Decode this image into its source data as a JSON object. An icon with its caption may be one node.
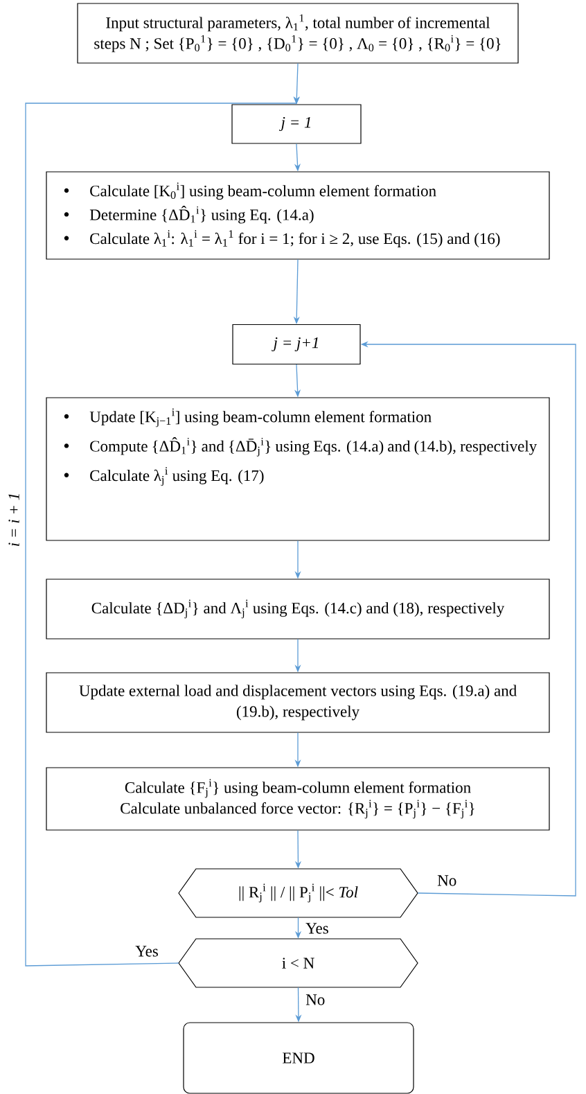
{
  "diagram": {
    "nodes": [
      {
        "text": [
          "Input structural parameters, λ$_{1}$$^{1}$, total number of incremental steps N ; Set {P$_{0}$$^{1}$} = {0} , {D$_{0}$$^{1}$} = {0} , Λ$_{0}$ = {0} , {R$_{0}$$^{i}$} = {0}"
        ]
      },
      {
        "text": [
          "j = 1"
        ]
      },
      {
        "text": [
          "Calculate [K$_{0}$$^{i}$] using beam-column element formation",
          "Determine {ΔD̂$_{1}$$^{i}$} using Eq. (14.a)",
          "Calculate λ$_{1}$$^{i}$: λ$_{1}$$^{i}$ = λ$_{1}$$^{1}$ for i = 1; for i ≥ 2, use Eqs. (15) and (16)"
        ]
      },
      {
        "text": [
          "j = j+1"
        ]
      },
      {
        "text": [
          "Update [K$_{j−1}$$^{i}$] using beam-column element formation",
          "Compute {ΔD̂$_{1}$$^{i}$} and {ΔD̄$_{j}$$^{i}$} using Eqs. (14.a) and (14.b), respectively",
          "Calculate λ$_{j}$$^{i}$ using Eq. (17)"
        ]
      },
      {
        "text": [
          "Calculate {ΔD$_{j}$$^{i}$} and Λ$_{j}$$^{i}$ using Eqs. (14.c) and (18), respectively"
        ]
      },
      {
        "text": [
          "Update external load and displacement vectors using Eqs. (19.a) and (19.b), respectively"
        ]
      },
      {
        "text": [
          "Calculate {F$_{j}$$^{i}$} using beam-column element formation",
          "Calculate unbalanced force vector: {R$_{j}$$^{i}$} = {P$_{j}$$^{i}$} − {F$_{j}$$^{i}$}"
        ]
      },
      {
        "text": [
          "|| R$_{j}$$^{i}$ || / || P$_{j}$$^{i}$ ||< *Tol*"
        ]
      },
      {
        "text": [
          "i < N"
        ]
      },
      {
        "text": [
          "END"
        ]
      }
    ],
    "edges": [
      {
        "from": 0,
        "to": 1,
        "arrow": "to"
      },
      {
        "from": 1,
        "to": 2,
        "arrow": "to"
      },
      {
        "from": 2,
        "to": 3,
        "arrow": "to"
      },
      {
        "from": 3,
        "to": 4,
        "arrow": "to"
      },
      {
        "from": 4,
        "to": 5,
        "arrow": "to"
      },
      {
        "from": 5,
        "to": 6,
        "arrow": "to"
      },
      {
        "from": 6,
        "to": 7,
        "arrow": "to"
      },
      {
        "from": 7,
        "to": 8,
        "arrow": "to"
      },
      {
        "from": 8,
        "to": 9,
        "arrow": "to",
        "label": "Yes"
      },
      {
        "from": 8,
        "to": 3,
        "arrow": "to",
        "label": "No"
      },
      {
        "from": 9,
        "to": 10,
        "arrow": "to",
        "label": "No"
      },
      {
        "from": 9,
        "to": 1,
        "arrow": "to",
        "label": "Yes"
      }
    ],
    "labels": [
      "i = i + 1"
    ]
  }
}
